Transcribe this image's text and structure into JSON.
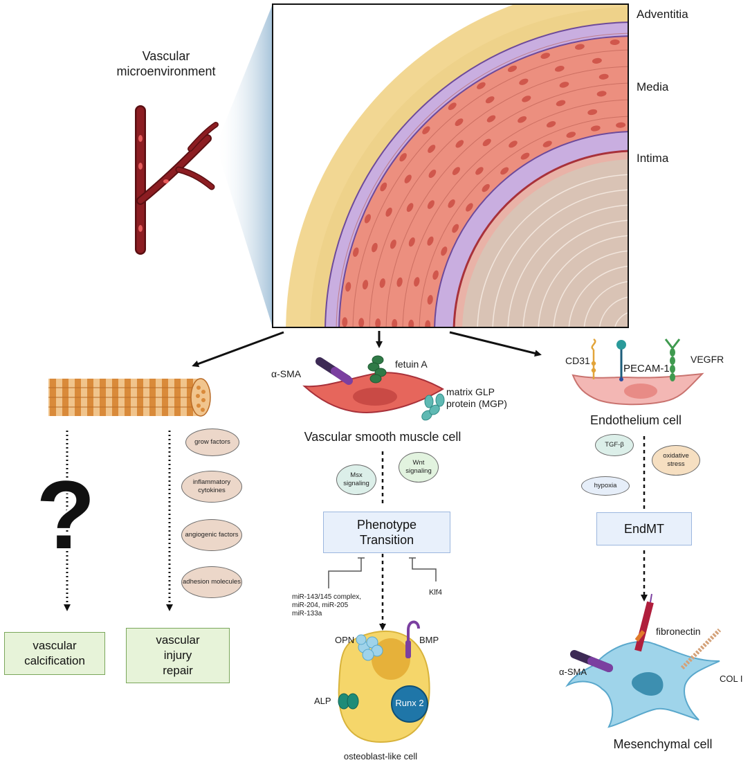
{
  "vessel": {
    "title_line1": "Vascular",
    "title_line2": "microenvironment",
    "layers": [
      "Adventitia",
      "Media",
      "Intima"
    ]
  },
  "left_branch": {
    "unknown_mark": "?",
    "factors": [
      "grow factors",
      "inflammatory cytokines",
      "angiogenic factors",
      "adhesion molecules"
    ],
    "outcome_calcification": [
      "vascular",
      "calcification"
    ],
    "outcome_repair": [
      "vascular",
      "injury",
      "repair"
    ]
  },
  "center_branch": {
    "markers": {
      "asma": "α-SMA",
      "fetuin": "fetuin A",
      "mgp_line1": "matrix GLP",
      "mgp_line2": "protein (MGP)"
    },
    "cell_label": "Vascular smooth muscle cell",
    "signals": {
      "msx": [
        "Msx",
        "signaling"
      ],
      "wnt": [
        "Wnt",
        "signaling"
      ]
    },
    "transition": [
      "Phenotype",
      "Transition"
    ],
    "mirna": [
      "miR-143/145 complex,",
      "miR-204, miR-205",
      "miR-133a"
    ],
    "klf4": "Klf4",
    "osteo_markers": {
      "opn": "OPN",
      "bmp": "BMP",
      "alp": "ALP",
      "runx2": "Runx 2"
    },
    "osteo_label": "osteoblast-like cell"
  },
  "right_branch": {
    "markers": {
      "cd31": "CD31",
      "pecam": "PECAM-1",
      "vegfr": "VEGFR"
    },
    "cell_label": "Endothelium cell",
    "signals": {
      "tgfb": "TGF-β",
      "hypoxia": "hypoxia",
      "oxidative": [
        "oxidative",
        "stress"
      ]
    },
    "endmt": "EndMT",
    "mes_markers": {
      "fibronectin": "fibronectin",
      "asma": "α-SMA",
      "col1": "COL I"
    },
    "mes_label": "Mesenchymal cell"
  },
  "colors": {
    "adventitia": "#f2d793",
    "media": "#ec8f7f",
    "elastic": "#c9aee0",
    "lumen": "#d9c3b5",
    "vessel_dark": "#8c1d22",
    "muscle_fiber": "#d9822b",
    "smc": "#e6665c",
    "osteoblast": "#f5d66a",
    "endothelium": "#f3b7b4",
    "mesenchymal": "#9fd4ea"
  }
}
